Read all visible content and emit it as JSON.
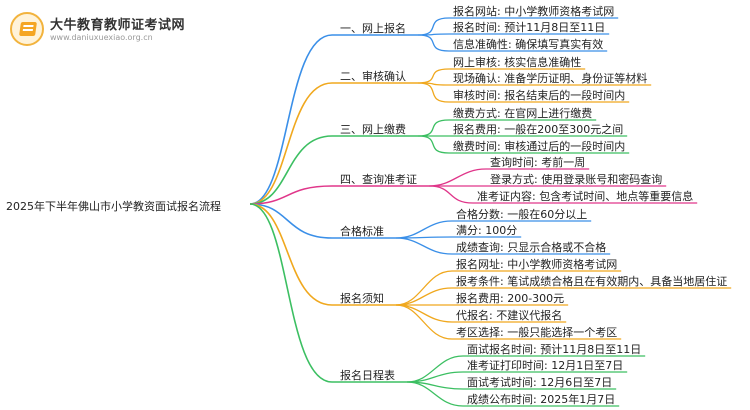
{
  "logo": {
    "title": "大牛教育教师证考试网",
    "url": "www.daniuxuexiao.org.cn",
    "icon": "book-icon"
  },
  "root": "2025年下半年佛山市小学教资面试报名流程",
  "branches": [
    {
      "label": "一、网上报名",
      "color": "#3a8fe8",
      "leaves": [
        "报名网站: 中小学教师资格考试网",
        "报名时间: 预计11月8日至11日",
        "信息准确性: 确保填写真实有效"
      ]
    },
    {
      "label": "二、审核确认",
      "color": "#f0a81e",
      "leaves": [
        "网上审核: 核实信息准确性",
        "现场确认: 准备学历证明、身份证等材料",
        "审核时间: 报名结束后的一段时间内"
      ]
    },
    {
      "label": "三、网上缴费",
      "color": "#3cbf62",
      "leaves": [
        "缴费方式: 在官网上进行缴费",
        "报名费用: 一般在200至300元之间",
        "缴费时间: 审核通过后的一段时间内"
      ]
    },
    {
      "label": "四、查询准考证",
      "color": "#e0368a",
      "leaves": [
        "查询时间: 考前一周",
        "登录方式: 使用登录账号和密码查询",
        "准考证内容: 包含考试时间、地点等重要信息"
      ]
    },
    {
      "label": "合格标准",
      "color": "#3a8fe8",
      "leaves": [
        "合格分数: 一般在60分以上",
        "满分: 100分",
        "成绩查询: 只显示合格或不合格"
      ]
    },
    {
      "label": "报名须知",
      "color": "#f0a81e",
      "leaves": [
        "报名网址: 中小学教师资格考试网",
        "报考条件: 笔试成绩合格且在有效期内、具备当地居住证",
        "报名费用: 200-300元",
        "代报名: 不建议代报名",
        "考区选择: 一般只能选择一个考区"
      ]
    },
    {
      "label": "报名日程表",
      "color": "#3cbf62",
      "leaves": [
        "面试报名时间: 预计11月8日至11日",
        "准考证打印时间: 12月1日至7日",
        "面试考试时间: 12月6日至7日",
        "成绩公布时间: 2025年1月7日"
      ]
    }
  ]
}
